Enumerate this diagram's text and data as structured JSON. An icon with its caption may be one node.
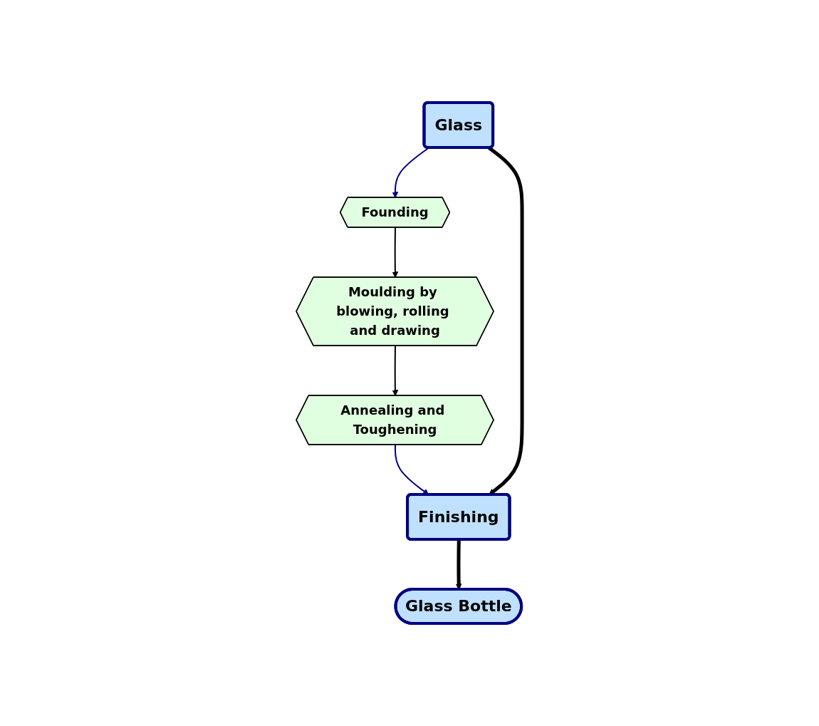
{
  "diagram": {
    "nodes": [
      {
        "text": [
          "Glass"
        ]
      },
      {
        "text": [
          "Founding"
        ]
      },
      {
        "text": [
          "Moulding by blowing, rolling and drawing"
        ]
      },
      {
        "text": [
          "Annealing and Toughening"
        ]
      },
      {
        "text": [
          "Finishing"
        ]
      },
      {
        "text": [
          "Glass Bottle"
        ]
      }
    ],
    "edges": [
      {
        "from": 0,
        "to": 1,
        "arrow": "to",
        "color": "#000080"
      },
      {
        "from": 1,
        "to": 2,
        "arrow": "to"
      },
      {
        "from": 2,
        "to": 3,
        "arrow": "to"
      },
      {
        "from": 3,
        "to": 4,
        "arrow": "to",
        "color": "#000080"
      },
      {
        "from": 0,
        "to": 4,
        "arrow": "to",
        "style": "thick"
      },
      {
        "from": 4,
        "to": 5,
        "arrow": "to",
        "style": "thick"
      }
    ]
  }
}
